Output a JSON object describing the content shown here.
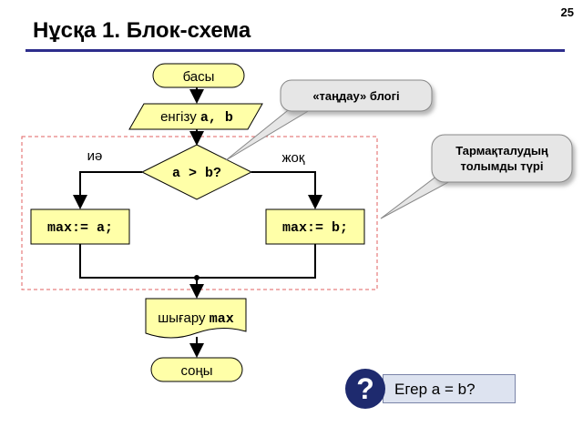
{
  "slide": {
    "number": "25",
    "title": "Нұсқа 1. Блок-схема"
  },
  "flowchart": {
    "start_label": "басы",
    "input_prefix": "енгізу ",
    "input_vars": "a, b",
    "condition": "a > b?",
    "yes_label": "иә",
    "no_label": "жоқ",
    "assign_yes": "max:= a;",
    "assign_no": "max:= b;",
    "output_prefix": "шығару ",
    "output_var": "max",
    "end_label": "соңы"
  },
  "callouts": {
    "choice_block": "«таңдау» блогі",
    "full_branch_line1": "Тармақталудың",
    "full_branch_line2": "толымды түрі"
  },
  "question": {
    "mark": "?",
    "text": "Егер  a = b?"
  },
  "colors": {
    "shape_fill": "#ffffa8",
    "title_rule": "#2d2d8c",
    "dashed_box": "#e06060",
    "question_circle": "#1e2a6e"
  }
}
